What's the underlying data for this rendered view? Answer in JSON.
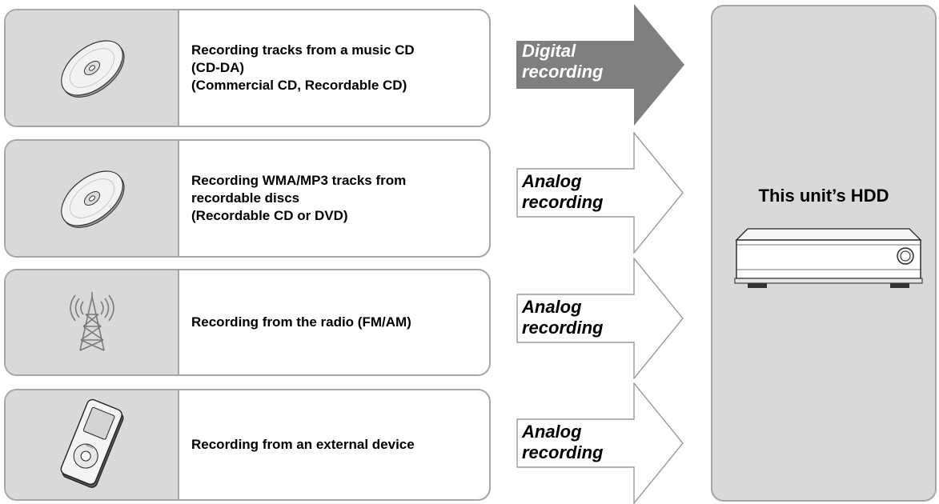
{
  "rows": [
    {
      "lines": [
        "Recording tracks from a music CD",
        "(CD-DA)",
        "(Commercial CD, Recordable CD)"
      ],
      "icon": "cd-disc-icon"
    },
    {
      "lines": [
        "Recording WMA/MP3 tracks from",
        "recordable discs",
        "(Recordable CD or DVD)"
      ],
      "icon": "cd-disc-icon"
    },
    {
      "lines": [
        "Recording from the radio (FM/AM)"
      ],
      "icon": "radio-tower-icon"
    },
    {
      "lines": [
        "Recording from an external device"
      ],
      "icon": "portable-player-icon"
    }
  ],
  "arrows": [
    {
      "lines": [
        "Digital",
        "recording"
      ],
      "style": "filled",
      "fill": "#7f7f7f"
    },
    {
      "lines": [
        "Analog",
        "recording"
      ],
      "style": "outline"
    },
    {
      "lines": [
        "Analog",
        "recording"
      ],
      "style": "outline"
    },
    {
      "lines": [
        "Analog",
        "recording"
      ],
      "style": "outline"
    }
  ],
  "destination": {
    "title": "This unit’s HDD",
    "icon": "hdd-unit-icon"
  },
  "colors": {
    "panel": "#d9d9d9",
    "border": "#a6a6a6",
    "digital_arrow": "#7f7f7f"
  }
}
